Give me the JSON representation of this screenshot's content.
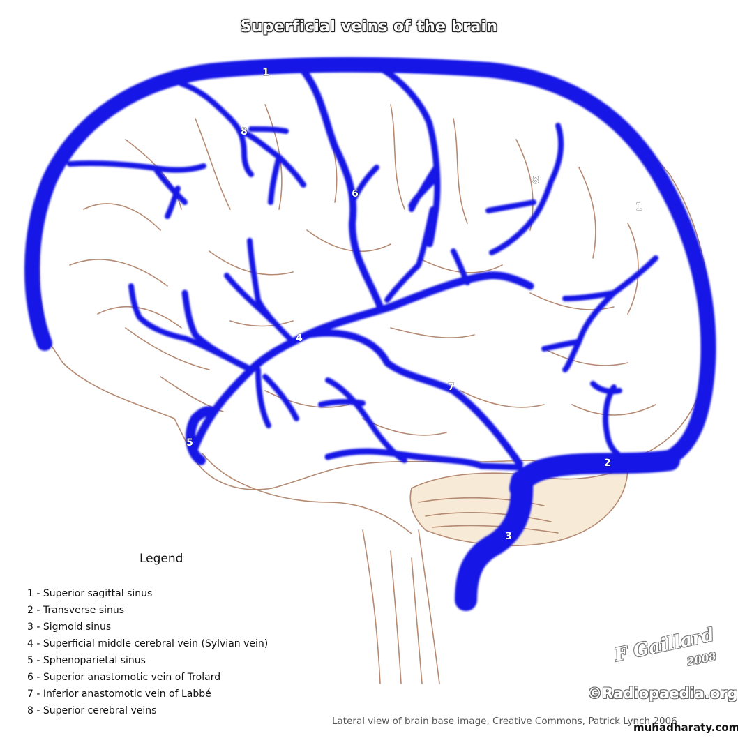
{
  "title": "Superficial veins of the brain",
  "legend": {
    "heading": "Legend",
    "items": [
      "1 - Superior sagittal sinus",
      "2 - Transverse sinus",
      "3 - Sigmoid sinus",
      "4 - Superficial middle cerebral vein (Sylvian vein)",
      "5 - Sphenoparietal sinus",
      "6 - Superior anastomotic vein of Trolard",
      "7 - Inferior anastomotic vein of Labbé",
      "8 - Superior cerebral veins"
    ]
  },
  "labels": {
    "n1a": "1",
    "n1b": "1",
    "n2": "2",
    "n3": "3",
    "n4": "4",
    "n5": "5",
    "n6": "6",
    "n7": "7",
    "n8a": "8",
    "n8b": "8"
  },
  "credit": "Lateral view of brain base image, Creative Commons, Patrick Lynch 2006",
  "signature": "F Gaillard",
  "signature_year": "2008",
  "logo_text": "©Radiopaedia.org",
  "watermark": "muhadharaty.com",
  "colors": {
    "vein": "#1414e6",
    "brain_outline": "#b58a72",
    "cerebellum_fill": "#f7ebd8",
    "label_fill": "#ffffff",
    "label_stroke": "#000000"
  }
}
